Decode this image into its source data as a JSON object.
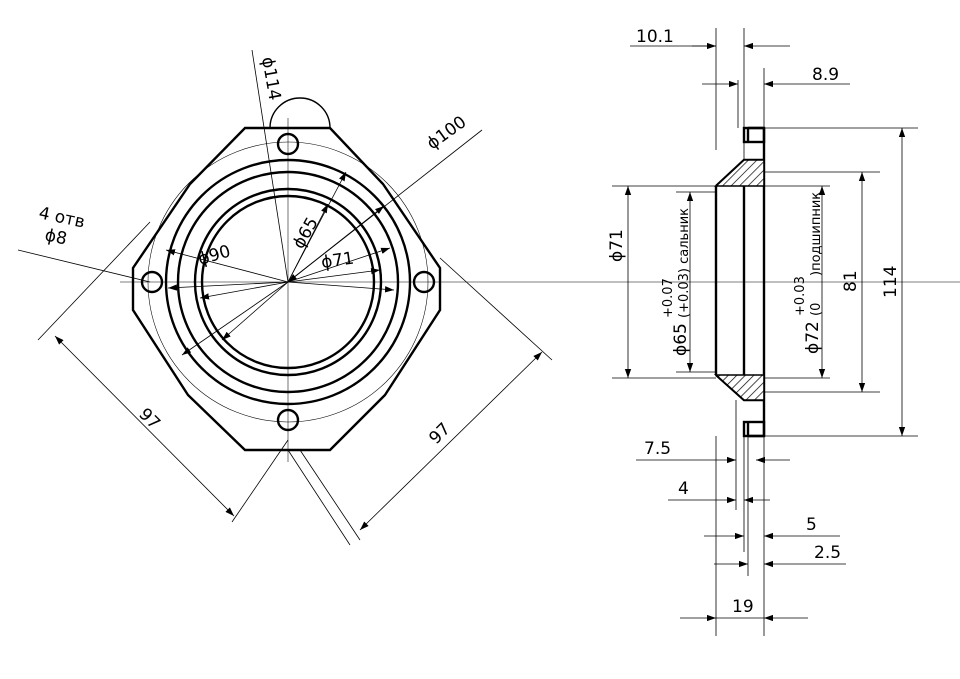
{
  "front_view": {
    "holes_note_count": "4 отв",
    "holes_note_dia": "ϕ8",
    "dia_114": "ϕ114",
    "dia_100": "ϕ100",
    "dia_90": "ϕ90",
    "dia_65": "ϕ65",
    "dia_71": "ϕ71",
    "width_left": "97",
    "width_right": "97"
  },
  "section_view": {
    "dim_10_1": "10.1",
    "dim_8_9": "8.9",
    "dim_71": "ϕ71",
    "dim_65_label": "ϕ65",
    "dim_65_tol_upper": "+0.07",
    "dim_65_tol_lower": "(+0.03) сальник",
    "dim_72_label": "ϕ72",
    "dim_72_tol_upper": "+0.03",
    "dim_72_tol_lower": "(0",
    "dim_72_note": ")подшипник",
    "dim_81": "81",
    "dim_114": "114",
    "dim_7_5": "7.5",
    "dim_4": "4",
    "dim_5": "5",
    "dim_2_5": "2.5",
    "dim_19": "19"
  }
}
